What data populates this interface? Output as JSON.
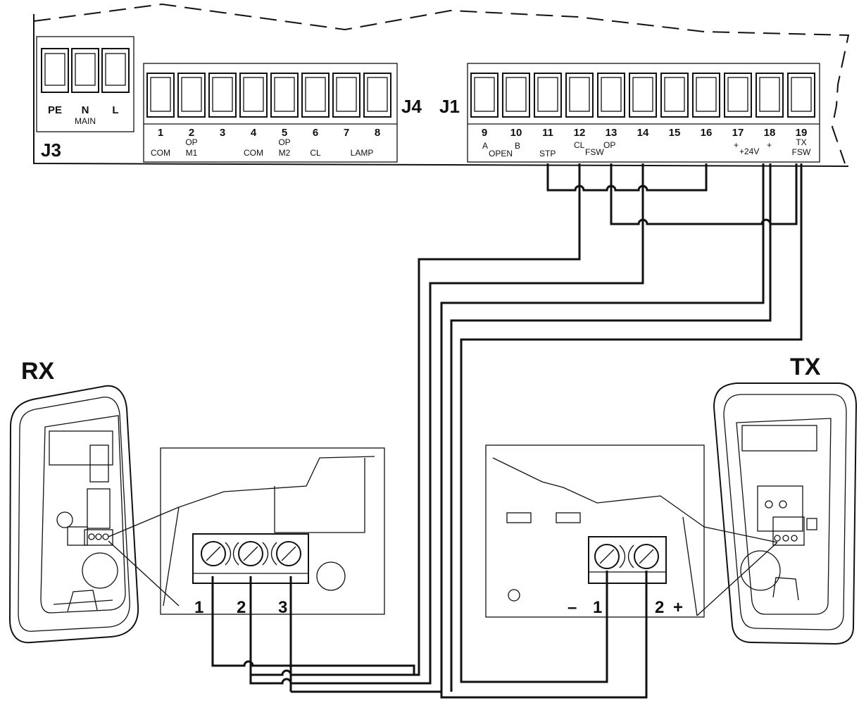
{
  "blocks": {
    "j3": "J3",
    "j4": "J4",
    "j1": "J1"
  },
  "j3_terminals": [
    {
      "label": "PE"
    },
    {
      "label": "N"
    },
    {
      "label": "L"
    }
  ],
  "j3_caption": "MAIN",
  "j4_terminals": [
    {
      "num": "1",
      "sub": "COM",
      "sub2": ""
    },
    {
      "num": "2",
      "sub": "OP",
      "sub2": "M1"
    },
    {
      "num": "3",
      "sub": "",
      "sub2": ""
    },
    {
      "num": "4",
      "sub": "COM",
      "sub2": ""
    },
    {
      "num": "5",
      "sub": "OP",
      "sub2": "M2"
    },
    {
      "num": "6",
      "sub": "CL",
      "sub2": ""
    },
    {
      "num": "7",
      "sub": "",
      "sub2": ""
    },
    {
      "num": "8",
      "sub": "",
      "sub2": ""
    }
  ],
  "j4_lamp": "LAMP",
  "j1_terminals": [
    {
      "num": "9"
    },
    {
      "num": "10"
    },
    {
      "num": "11"
    },
    {
      "num": "12"
    },
    {
      "num": "13"
    },
    {
      "num": "14"
    },
    {
      "num": "15"
    },
    {
      "num": "16"
    },
    {
      "num": "17"
    },
    {
      "num": "18"
    },
    {
      "num": "19"
    }
  ],
  "j1_labels": {
    "a": "A",
    "open": "OPEN",
    "b": "B",
    "stp": "STP",
    "cl": "CL",
    "fsw": "FSW",
    "op": "OP",
    "plus17": "+",
    "v24": "+24V",
    "plus18": "+",
    "tx": "TX",
    "fsw19": "FSW"
  },
  "devices": {
    "rx_title": "RX",
    "tx_title": "TX"
  },
  "rx_terminals": [
    {
      "label": "1"
    },
    {
      "label": "2"
    },
    {
      "label": "3"
    }
  ],
  "tx_terminals": {
    "minus": "–",
    "one": "1",
    "two": "2",
    "plus": "+"
  }
}
